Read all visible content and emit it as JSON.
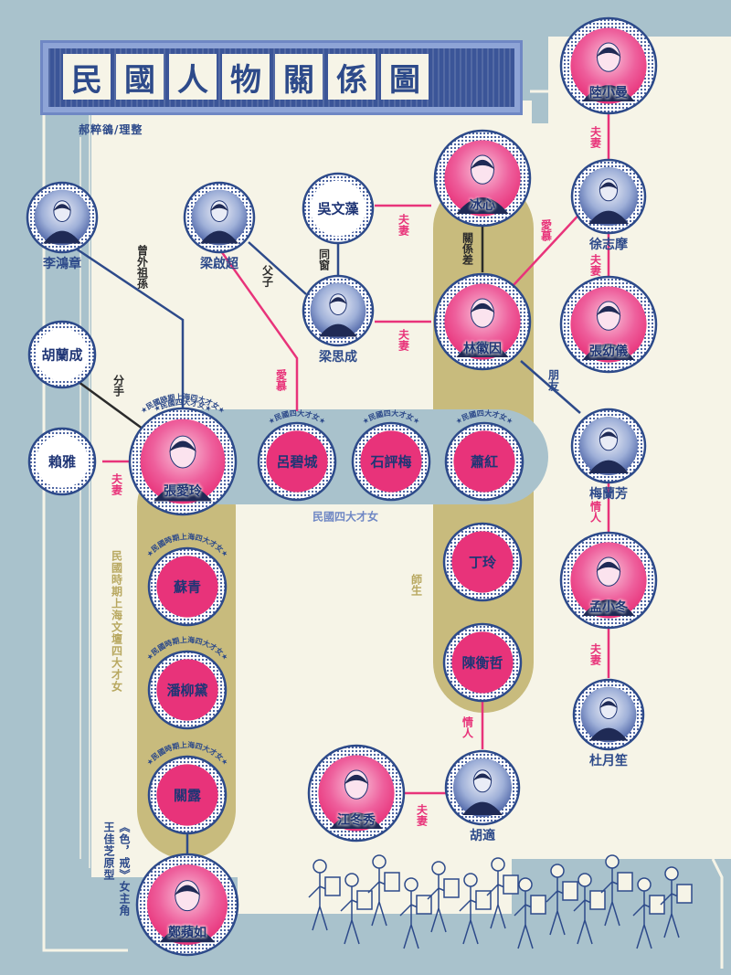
{
  "title": {
    "chars": [
      "民",
      "國",
      "人",
      "物",
      "關",
      "係",
      "圖"
    ]
  },
  "credit": "郝粹鵒/理整",
  "colors": {
    "background": "#a9c2cc",
    "panel": "#f6f4e7",
    "navy": "#2d4a8a",
    "pink": "#e8337a",
    "gold": "#b8a860",
    "band": "#a9c2cc"
  },
  "nodes": [
    {
      "id": "lu-xiaoman",
      "name": "陸小曼",
      "style": "photo"
    },
    {
      "id": "bing-xin",
      "name": "冰心",
      "style": "photo"
    },
    {
      "id": "xu-zhimo",
      "name": "徐志摩",
      "style": "photo-small"
    },
    {
      "id": "wu-wenzao",
      "name": "吳文藻",
      "style": "plain"
    },
    {
      "id": "liang-qichao",
      "name": "梁啟超",
      "style": "photo-small"
    },
    {
      "id": "li-hongzhang",
      "name": "李鴻章",
      "style": "photo-small"
    },
    {
      "id": "liang-sicheng",
      "name": "梁思成",
      "style": "photo-small"
    },
    {
      "id": "lin-huiyin",
      "name": "林徽因",
      "style": "photo"
    },
    {
      "id": "zhang-youyi",
      "name": "張幼儀",
      "style": "photo"
    },
    {
      "id": "hu-lancheng",
      "name": "胡蘭成",
      "style": "plain"
    },
    {
      "id": "mei-lanfang",
      "name": "梅蘭芳",
      "style": "photo-small"
    },
    {
      "id": "lai-ya",
      "name": "賴雅",
      "style": "plain"
    },
    {
      "id": "zhang-ailing",
      "name": "張愛玲",
      "style": "photo"
    },
    {
      "id": "lu-bicheng",
      "name": "呂碧城",
      "style": "pink"
    },
    {
      "id": "shi-pingmei",
      "name": "石評梅",
      "style": "pink"
    },
    {
      "id": "xiao-hong",
      "name": "蕭紅",
      "style": "pink"
    },
    {
      "id": "ding-ling",
      "name": "丁玲",
      "style": "pink"
    },
    {
      "id": "meng-xiaodong",
      "name": "孟小冬",
      "style": "photo"
    },
    {
      "id": "su-qing",
      "name": "蘇青",
      "style": "pink"
    },
    {
      "id": "pan-liudai",
      "name": "潘柳黛",
      "style": "pink"
    },
    {
      "id": "chen-hengzhe",
      "name": "陳衡哲",
      "style": "pink"
    },
    {
      "id": "du-yuesheng",
      "name": "杜月笙",
      "style": "photo-small"
    },
    {
      "id": "guan-lu",
      "name": "關露",
      "style": "pink"
    },
    {
      "id": "jiang-dongxiu",
      "name": "江冬秀",
      "style": "photo"
    },
    {
      "id": "hu-shi",
      "name": "胡適",
      "style": "photo-small"
    },
    {
      "id": "zheng-pingru",
      "name": "鄭蘋如",
      "style": "photo"
    }
  ],
  "badges": {
    "four_talented": "民國四大才女",
    "shanghai_four": "民國時期上海四大才女"
  },
  "relations": [
    {
      "id": "fuqi-lu-xu",
      "text": "夫妻"
    },
    {
      "id": "fuqi-wu-bing",
      "text": "夫妻"
    },
    {
      "id": "guanxicha",
      "text": "關係差"
    },
    {
      "id": "aimu-xu-lin",
      "text": "愛慕"
    },
    {
      "id": "fuqi-xu-zhang",
      "text": "夫妻"
    },
    {
      "id": "tongchuang",
      "text": "同窗"
    },
    {
      "id": "fuzi",
      "text": "父子"
    },
    {
      "id": "waizusun",
      "text": "曾外祖孫"
    },
    {
      "id": "fuqi-liang-lin",
      "text": "夫妻"
    },
    {
      "id": "aimu-lu",
      "text": "愛慕"
    },
    {
      "id": "fenshou",
      "text": "分手"
    },
    {
      "id": "pengyou",
      "text": "朋友"
    },
    {
      "id": "fuqi-lai-zhang",
      "text": "夫妻"
    },
    {
      "id": "qingren-mei-meng",
      "text": "情人"
    },
    {
      "id": "shisheng",
      "text": "師生"
    },
    {
      "id": "fuqi-meng-du",
      "text": "夫妻"
    },
    {
      "id": "qingren-chen-hu",
      "text": "情人"
    },
    {
      "id": "fuqi-jiang-hu",
      "text": "夫妻"
    }
  ],
  "groups": {
    "four_talented": "民國四大才女",
    "shanghai": "民國時期上海文壇四大才女",
    "lust_caution": "《色，戒》女主角王佳芝原型"
  }
}
